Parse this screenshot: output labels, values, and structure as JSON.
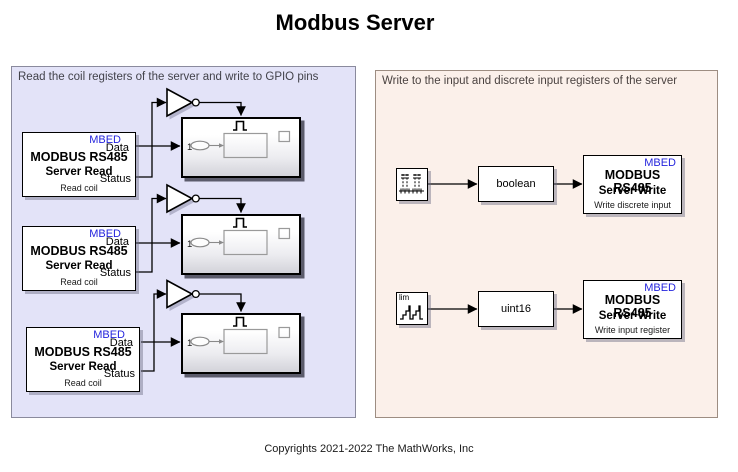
{
  "title": "Modbus Server",
  "footer": "Copyrights 2021-2022 The MathWorks, Inc",
  "colors": {
    "mbed_blue": "#2424dd",
    "left_panel_bg": "#e3e3f8",
    "right_panel_bg": "#fbf0ea"
  },
  "left_panel": {
    "caption": "Read the coil registers of the server and write to GPIO pins",
    "readers": [
      {
        "tag": "MBED",
        "title": "MODBUS RS485",
        "subtitle": "Server Read",
        "out1": "Data",
        "out2": "Status",
        "name": "Read coil"
      },
      {
        "tag": "MBED",
        "title": "MODBUS RS485",
        "subtitle": "Server Read",
        "out1": "Data",
        "out2": "Status",
        "name": "Read coil"
      },
      {
        "tag": "MBED",
        "title": "MODBUS RS485",
        "subtitle": "Server Read",
        "out1": "Data",
        "out2": "Status",
        "name": "Read coil"
      }
    ],
    "subsystems": [
      {
        "inport": "1"
      },
      {
        "inport": "1"
      },
      {
        "inport": "1"
      }
    ]
  },
  "right_panel": {
    "caption": "Write to the input and discrete input registers of the server",
    "rows": [
      {
        "source_label": "",
        "conversion": "boolean",
        "writer": {
          "tag": "MBED",
          "title": "MODBUS RS485",
          "subtitle": "Server Write",
          "name": "Write discrete input"
        }
      },
      {
        "source_label": "lim",
        "conversion": "uint16",
        "writer": {
          "tag": "MBED",
          "title": "MODBUS RS485",
          "subtitle": "Server Write",
          "name": "Write input register"
        }
      }
    ]
  }
}
